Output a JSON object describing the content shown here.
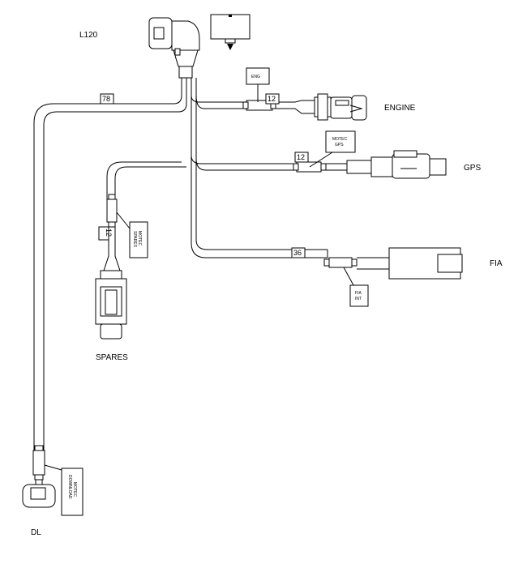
{
  "connectors": {
    "l120": "L120",
    "engine": "ENGINE",
    "gps": "GPS",
    "fia": "FIA",
    "spares": "SPARES",
    "dl": "DL"
  },
  "tags": {
    "eng": "ENG",
    "motec_gps": [
      "MOTEC",
      "GPS"
    ],
    "fia_int": [
      "FIA",
      "INT"
    ],
    "motec_spares": [
      "MOTEC",
      "SPARES"
    ],
    "motec_download": [
      "MOTEC",
      "DOWNLOAD"
    ]
  },
  "lengths": {
    "dl_branch": "78",
    "engine_branch": "12",
    "gps_branch": "12",
    "fia_branch": "36",
    "spares_branch": "12"
  }
}
